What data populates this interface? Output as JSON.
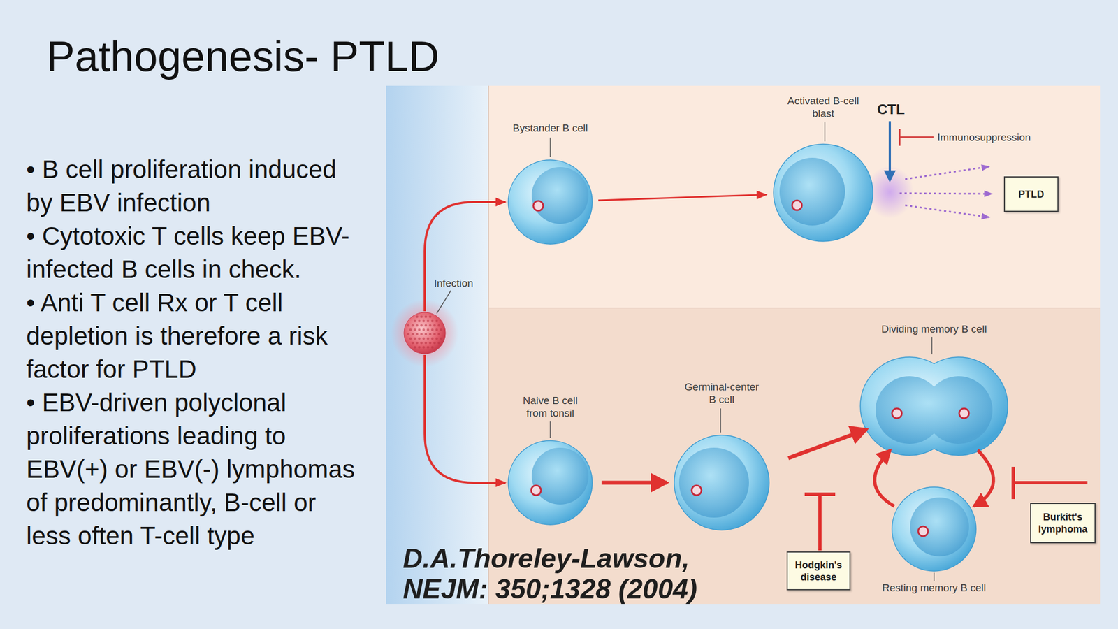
{
  "diagram": {
    "title": "Pathogenesis- PTLD",
    "nodes": [
      {
        "text": [
          "Bystander B cell"
        ]
      },
      {
        "text": [
          "Activated B-cell blast"
        ]
      },
      {
        "text": [
          "PTLD"
        ]
      },
      {
        "text": [
          "Infection"
        ]
      },
      {
        "text": [
          "Naive B cell from tonsil"
        ]
      },
      {
        "text": [
          "Germinal-center B cell"
        ]
      },
      {
        "text": [
          "Dividing memory B cell"
        ]
      },
      {
        "text": [
          "Hodgkin's disease"
        ]
      },
      {
        "text": [
          "Resting memory B cell"
        ]
      },
      {
        "text": [
          "Burkitt's lymphoma"
        ]
      }
    ],
    "edges": [
      {
        "from": 3,
        "to": 0,
        "arrow": "to"
      },
      {
        "from": 0,
        "to": 1,
        "arrow": "to"
      },
      {
        "from": 1,
        "to": 2,
        "arrow": "to"
      },
      {
        "from": 3,
        "to": 4,
        "arrow": "to"
      },
      {
        "from": 4,
        "to": 5,
        "arrow": "to"
      },
      {
        "from": 5,
        "to": 6,
        "arrow": "to"
      },
      {
        "from": 6,
        "to": 8,
        "arrow": "to"
      },
      {
        "from": 8,
        "to": 6,
        "arrow": "to"
      }
    ],
    "labels": [
      "• B cell proliferation induced by EBV infection",
      "• Cytotoxic T cells keep EBV-infected B cells in check.",
      "• Anti T cell Rx or T cell depletion is therefore a risk factor for PTLD",
      "• EBV-driven polyclonal proliferations leading to EBV(+) or EBV(-) lymphomas of predominantly, B-cell or less often T-cell type",
      "CTL",
      "Immunosuppression",
      "D.A.Thoreley-Lawson, NEJM: 350;1328 (2004)"
    ]
  }
}
